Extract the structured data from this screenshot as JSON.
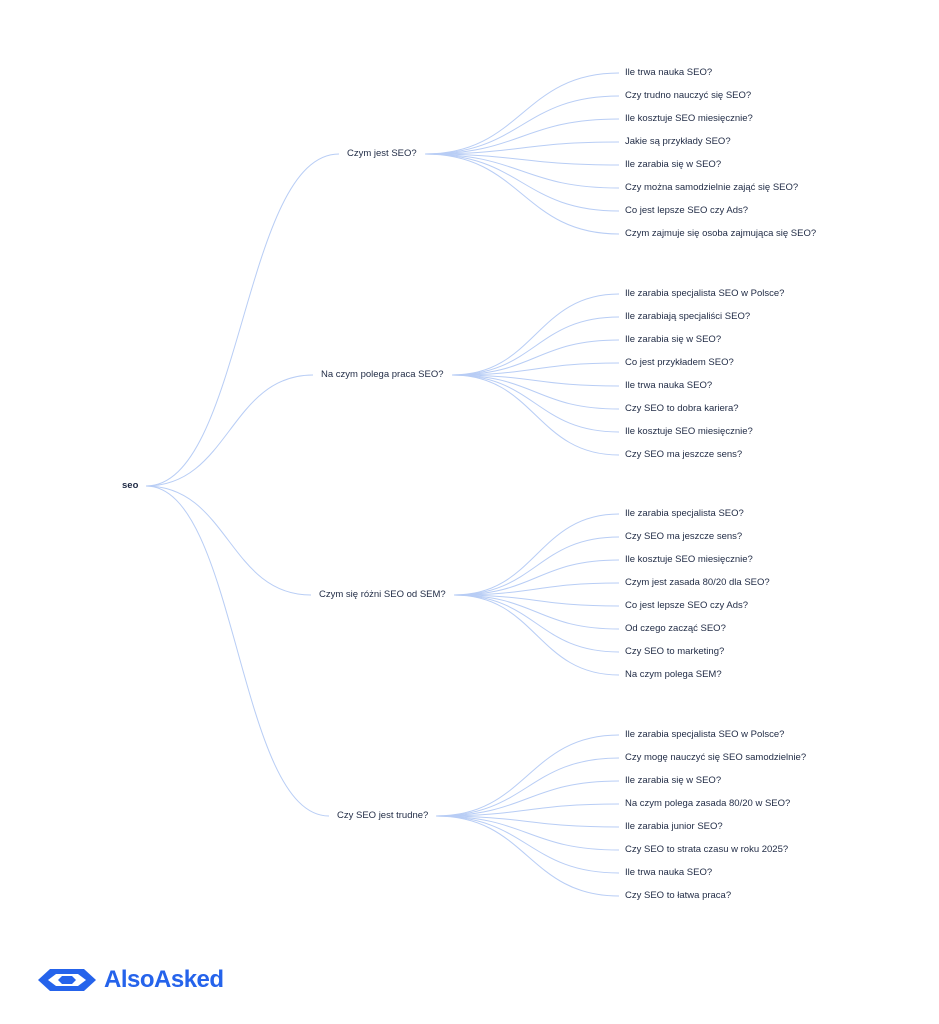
{
  "tree": {
    "root": "seo",
    "branches": [
      {
        "label": "Czym jest SEO?",
        "children": [
          "Ile trwa nauka SEO?",
          "Czy trudno nauczyć się SEO?",
          "Ile kosztuje SEO miesięcznie?",
          "Jakie są przykłady SEO?",
          "Ile zarabia się w SEO?",
          "Czy można samodzielnie zająć się SEO?",
          "Co jest lepsze SEO czy Ads?",
          "Czym zajmuje się osoba zajmująca się SEO?"
        ]
      },
      {
        "label": "Na czym polega praca SEO?",
        "children": [
          "Ile zarabia specjalista SEO w Polsce?",
          "Ile zarabiają specjaliści SEO?",
          "Ile zarabia się w SEO?",
          "Co jest przykładem SEO?",
          "Ile trwa nauka SEO?",
          "Czy SEO to dobra kariera?",
          "Ile kosztuje SEO miesięcznie?",
          "Czy SEO ma jeszcze sens?"
        ]
      },
      {
        "label": "Czym się różni SEO od SEM?",
        "children": [
          "Ile zarabia specjalista SEO?",
          "Czy SEO ma jeszcze sens?",
          "Ile kosztuje SEO miesięcznie?",
          "Czym jest zasada 80/20 dla SEO?",
          "Co jest lepsze SEO czy Ads?",
          "Od czego zacząć SEO?",
          "Czy SEO to marketing?",
          "Na czym polega SEM?"
        ]
      },
      {
        "label": "Czy SEO jest trudne?",
        "children": [
          "Ile zarabia specjalista SEO w Polsce?",
          "Czy mogę nauczyć się SEO samodzielnie?",
          "Ile zarabia się w SEO?",
          "Na czym polega zasada 80/20 w SEO?",
          "Ile zarabia junior SEO?",
          "Czy SEO to strata czasu w roku 2025?",
          "Ile trwa nauka SEO?",
          "Czy SEO to łatwa praca?"
        ]
      }
    ]
  },
  "brand": {
    "name": "AlsoAsked",
    "color": "#2563eb",
    "icon": "alsoasked-logo-icon"
  },
  "colors": {
    "edge": "#b8cdf5",
    "text": "#1f2a44"
  }
}
